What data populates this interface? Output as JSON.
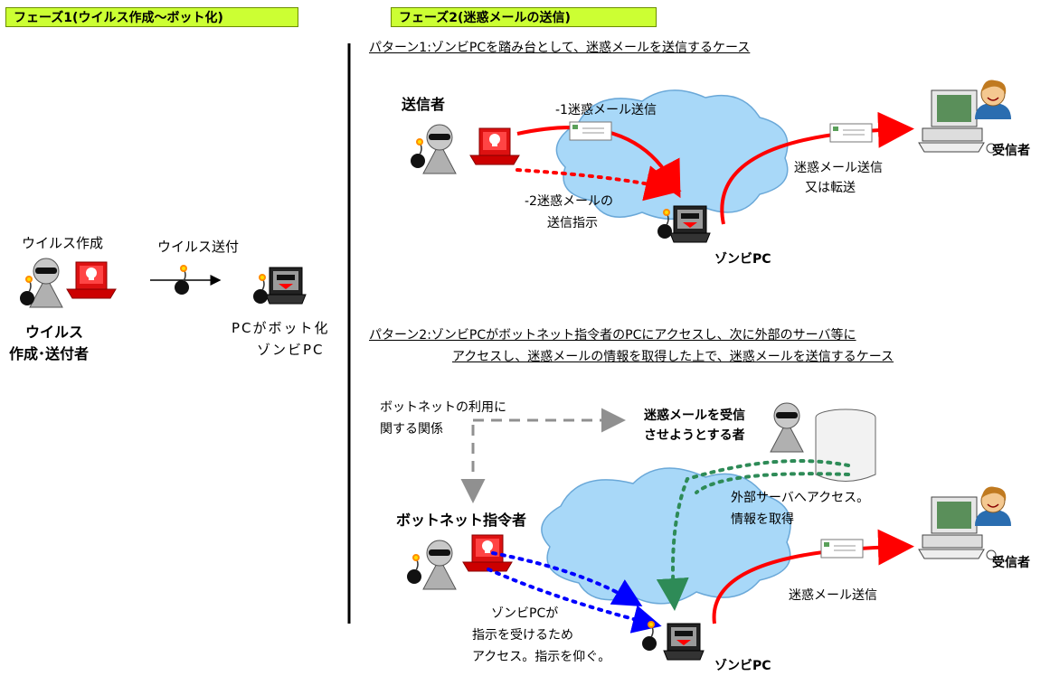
{
  "phase1": {
    "label": "フェーズ1(ウイルス作成～ボット化)"
  },
  "phase2": {
    "label": "フェーズ2(迷惑メールの送信)"
  },
  "p1": {
    "virus_create": "ウイルス作成",
    "virus_send": "ウイルス送付",
    "actor_line1": "ウイルス",
    "actor_line2": "作成･送付者",
    "pc_line1": "PCがボット化",
    "pc_line2": "ゾンビPC"
  },
  "pattern1": {
    "title": "パターン1:ゾンビPCを踏み台として、迷惑メールを送信するケース",
    "sender": "送信者",
    "step1": "-1迷惑メール送信",
    "step2_line1": "-2迷惑メールの",
    "step2_line2": "送信指示",
    "forward_line1": "迷惑メール送信",
    "forward_line2": "又は転送",
    "receiver": "受信者",
    "zombie": "ゾンビPC"
  },
  "pattern2": {
    "title_line1": "パターン2:ゾンビPCがボットネット指令者のPCにアクセスし、次に外部のサーバ等に",
    "title_line2": "アクセスし、迷惑メールの情報を取得した上で、迷惑メールを送信するケース",
    "relation_line1": "ボットネットの利用に",
    "relation_line2": "関する関係",
    "spammer_line1": "迷惑メールを受信",
    "spammer_line2": "させようとする者",
    "server_line1": "外部サーバへアクセス。",
    "server_line2": "情報を取得",
    "commander": "ボットネット指令者",
    "zombie_note_line1": "ゾンビPCが",
    "zombie_note_line2": "指示を受けるため",
    "zombie_note_line3": "アクセス。指示を仰ぐ。",
    "send": "迷惑メール送信",
    "receiver": "受信者",
    "zombie": "ゾンビPC"
  },
  "colors": {
    "phase_bg": "#ccff33",
    "cloud": "#a8d8f8",
    "red": "#ff0000",
    "blue": "#0000ff",
    "green": "#2e8b57",
    "gray": "#909090"
  },
  "icons": [
    "hacker-icon",
    "bomb-icon",
    "skull-pc-icon",
    "zombie-pc-icon",
    "envelope-icon",
    "receiver-pc-icon",
    "database-icon",
    "cloud-icon"
  ]
}
